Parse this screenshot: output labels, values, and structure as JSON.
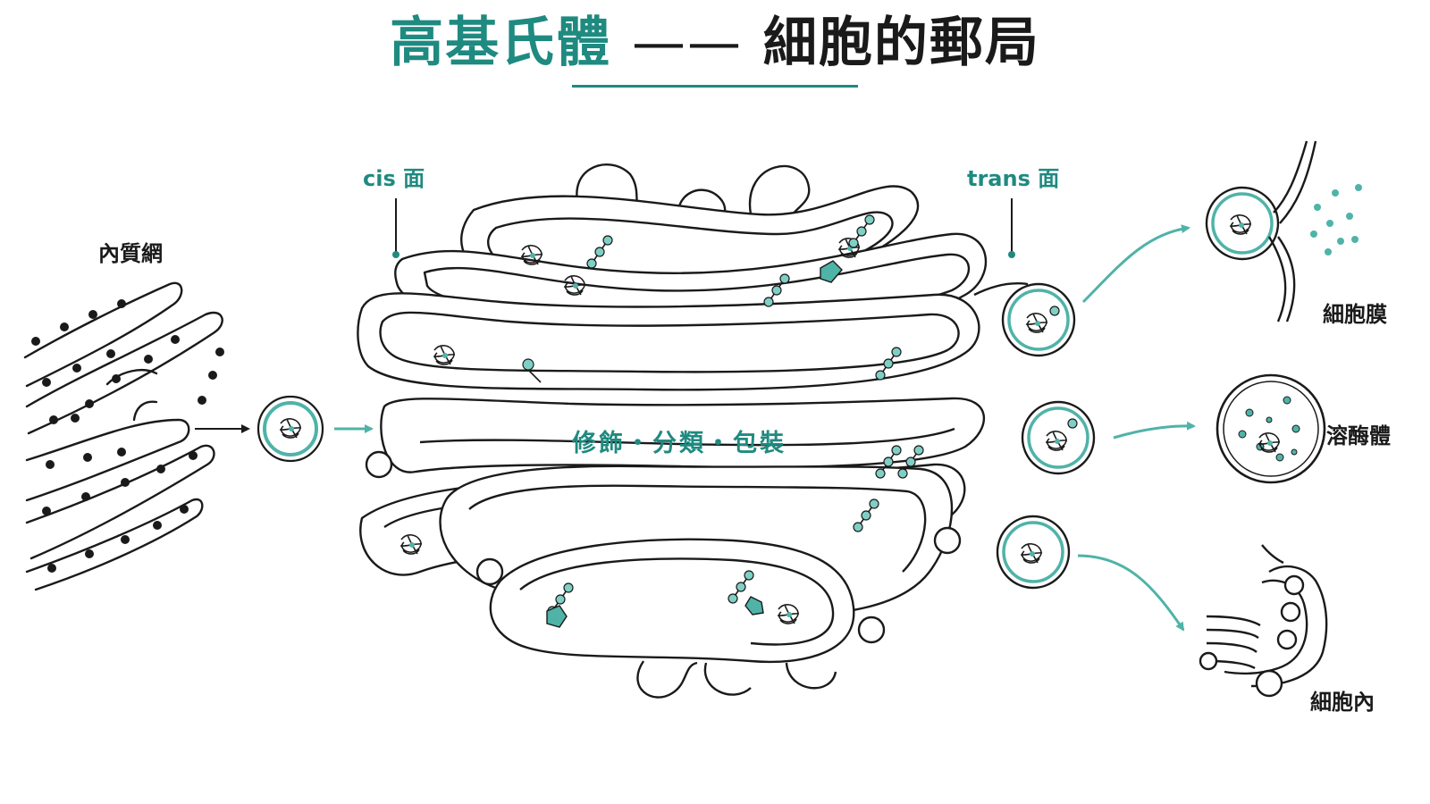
{
  "title": {
    "main": "高基氏體",
    "dash": "——",
    "sub": "細胞的郵局"
  },
  "labels": {
    "er": "內質網",
    "cis": "cis 面",
    "trans": "trans 面",
    "process": "修飾・分類・包裝",
    "membrane": "細胞膜",
    "lysosome": "溶酶體",
    "intracellular": "細胞內"
  },
  "colors": {
    "accent": "#1f8a80",
    "ink": "#1a1a1a",
    "background": "#ffffff"
  }
}
